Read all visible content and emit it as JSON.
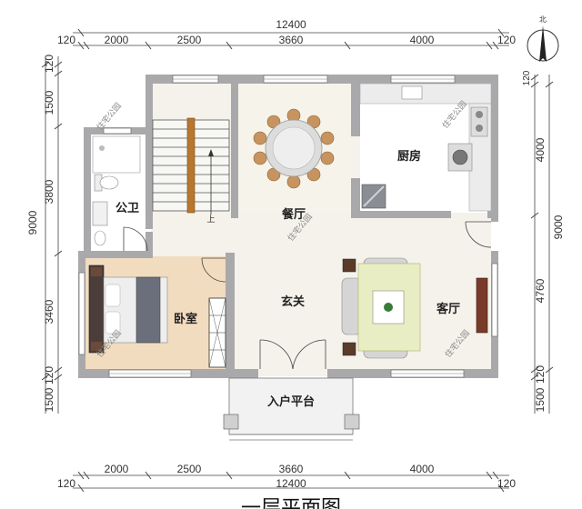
{
  "plan": {
    "title": "一层平面图",
    "north_label": "北",
    "dims_top": {
      "total": "12400",
      "segments": [
        "120",
        "2000",
        "2500",
        "3660",
        "4000",
        "120"
      ]
    },
    "dims_bottom": {
      "total": "12400",
      "segments": [
        "120",
        "2000",
        "2500",
        "3660",
        "4000",
        "120"
      ]
    },
    "dims_left": {
      "total": "9000",
      "segments": [
        "120",
        "1500",
        "3800",
        "3460",
        "120",
        "1500"
      ]
    },
    "dims_right": {
      "total": "9000",
      "segments": [
        "120",
        "4000",
        "4760",
        "120",
        "1500"
      ]
    },
    "rooms": {
      "bathroom": "公卫",
      "dining": "餐厅",
      "kitchen": "厨房",
      "bedroom": "卧室",
      "foyer": "玄关",
      "living": "客厅",
      "entry_platform": "入户平台"
    },
    "stair_label": "上",
    "watermark": "住宅公园"
  }
}
